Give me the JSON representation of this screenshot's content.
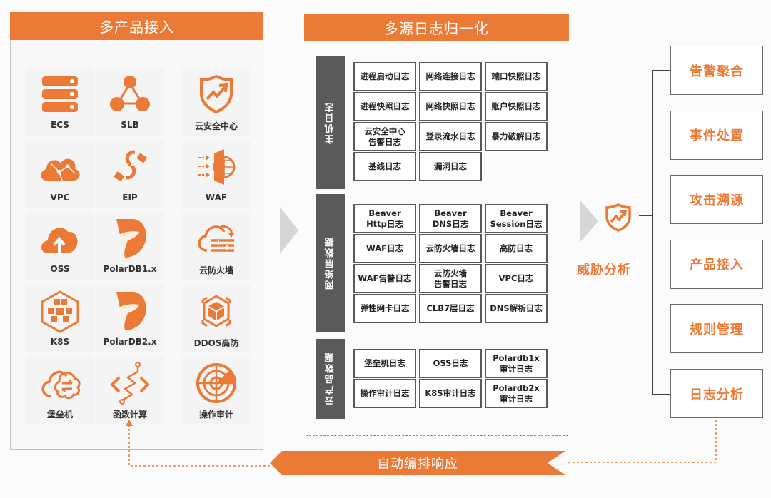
{
  "colors": {
    "accent": "#ec7a37",
    "dark_label": "#5a5a5a",
    "arrow_gray": "#d6d6d6"
  },
  "left": {
    "title": "多产品接入",
    "products": [
      {
        "label": "ECS",
        "icon": "server-icon"
      },
      {
        "label": "SLB",
        "icon": "load-balancer-icon"
      },
      {
        "label": "云安全中心",
        "icon": "shield-trend-icon"
      },
      {
        "label": "VPC",
        "icon": "cloud-network-icon"
      },
      {
        "label": "EIP",
        "icon": "cable-icon"
      },
      {
        "label": "WAF",
        "icon": "firewall-globe-icon"
      },
      {
        "label": "OSS",
        "icon": "cloud-upload-icon"
      },
      {
        "label": "PolarDB1.x",
        "icon": "polar-bear-icon"
      },
      {
        "label": "云防火墙",
        "icon": "cloud-firewall-icon"
      },
      {
        "label": "K8S",
        "icon": "cubes-hexagon-icon"
      },
      {
        "label": "PolarDB2.x",
        "icon": "polar-bear-icon"
      },
      {
        "label": "DDOS高防",
        "icon": "cube-shield-icon"
      },
      {
        "label": "堡垒机",
        "icon": "cloud-exchange-icon"
      },
      {
        "label": "函数计算",
        "icon": "code-function-icon"
      },
      {
        "label": "操作审计",
        "icon": "radar-icon"
      }
    ]
  },
  "middle": {
    "title": "多源日志归一化",
    "groups": [
      {
        "label": "主机日志",
        "cells": [
          "进程启动日志",
          "网络连接日志",
          "端口快照日志",
          "进程快照日志",
          "网络快照日志",
          "账户快照日志",
          "云安全中心\n告警日志",
          "登录流水日志",
          "暴力破解日志",
          "基线日志",
          "漏洞日志"
        ]
      },
      {
        "label": "网络层数据",
        "cells": [
          "Beaver\nHttp日志",
          "Beaver\nDNS日志",
          "Beaver\nSession日志",
          "WAF日志",
          "云防火墙日志",
          "高防日志",
          "WAF告警日志",
          "云防火墙\n告警日志",
          "VPC日志",
          "弹性网卡日志",
          "CLB7层日志",
          "DNS解析日志"
        ]
      },
      {
        "label": "云产品数据",
        "cells": [
          "堡垒机日志",
          "OSS日志",
          "Polardb1x\n审计日志",
          "操作审计日志",
          "K8S审计日志",
          "Polardb2x\n审计日志"
        ]
      }
    ]
  },
  "threat": {
    "label": "威胁分析",
    "icon": "shield-trend-icon"
  },
  "right": {
    "items": [
      "告警聚合",
      "事件处置",
      "攻击溯源",
      "产品接入",
      "规则管理",
      "日志分析"
    ]
  },
  "bottom": {
    "ribbon": "自动编排响应"
  }
}
